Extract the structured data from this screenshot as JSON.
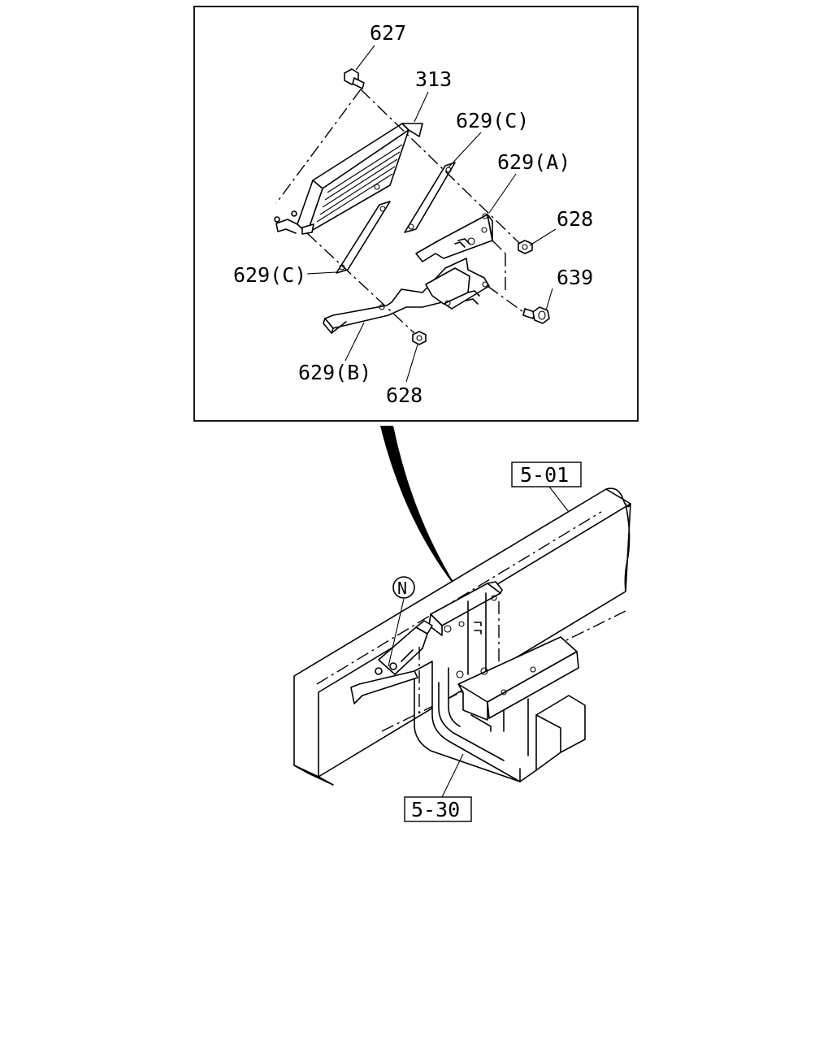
{
  "detail_callouts": {
    "c627": "627",
    "c313": "313",
    "c629c_top": "629(C)",
    "c629a": "629(A)",
    "c628_right": "628",
    "c639": "639",
    "c629c_left": "629(C)",
    "c629b": "629(B)",
    "c628_bottom": "628"
  },
  "references": {
    "frame_ref": "5-01",
    "crossmember_ref": "5-30"
  },
  "marker": {
    "n": "N"
  }
}
